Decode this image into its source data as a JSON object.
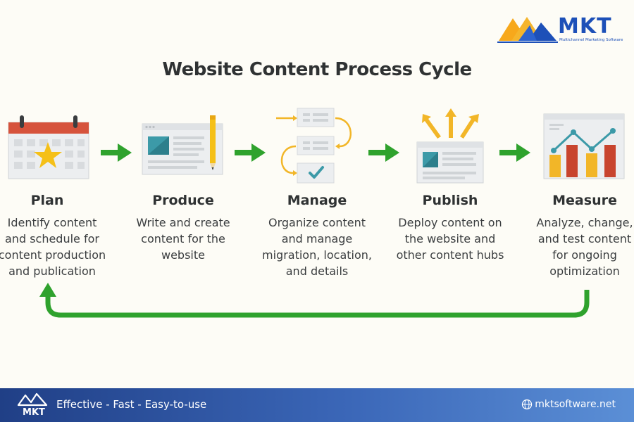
{
  "brand": {
    "name": "MKT",
    "subtitle": "Multichannel Marketing Software",
    "accent": "#1d50b8",
    "logo_colors": [
      "#f7a81b",
      "#1d50b8"
    ]
  },
  "title": "Website Content Process Cycle",
  "steps": [
    {
      "label": "Plan",
      "desc": [
        "Identify content",
        "and schedule for",
        "content production",
        "and publication"
      ],
      "icon": "calendar-star-icon"
    },
    {
      "label": "Produce",
      "desc": [
        "Write and create",
        "content for the",
        "website"
      ],
      "icon": "document-pencil-icon"
    },
    {
      "label": "Manage",
      "desc": [
        "Organize content",
        "and manage",
        "migration, location,",
        "and details"
      ],
      "icon": "workflow-check-icon"
    },
    {
      "label": "Publish",
      "desc": [
        "Deploy content on",
        "the website and",
        "other content hubs"
      ],
      "icon": "publish-arrows-icon"
    },
    {
      "label": "Measure",
      "desc": [
        "Analyze, change,",
        "and test content",
        "for ongoing",
        "optimization"
      ],
      "icon": "bar-line-chart-icon"
    }
  ],
  "colors": {
    "arrow_green": "#2fa22d",
    "calendar_red": "#d6533c",
    "star_yellow": "#f5c018",
    "teal": "#3c9aa8",
    "bar_red": "#c8442e",
    "bar_yellow": "#f2b628",
    "footer_gradient": [
      "#203f86",
      "#5b8fd6"
    ]
  },
  "footer": {
    "tagline": "Effective - Fast - Easy-to-use",
    "website": "mktsoftware.net",
    "globe_icon": "globe-icon"
  }
}
